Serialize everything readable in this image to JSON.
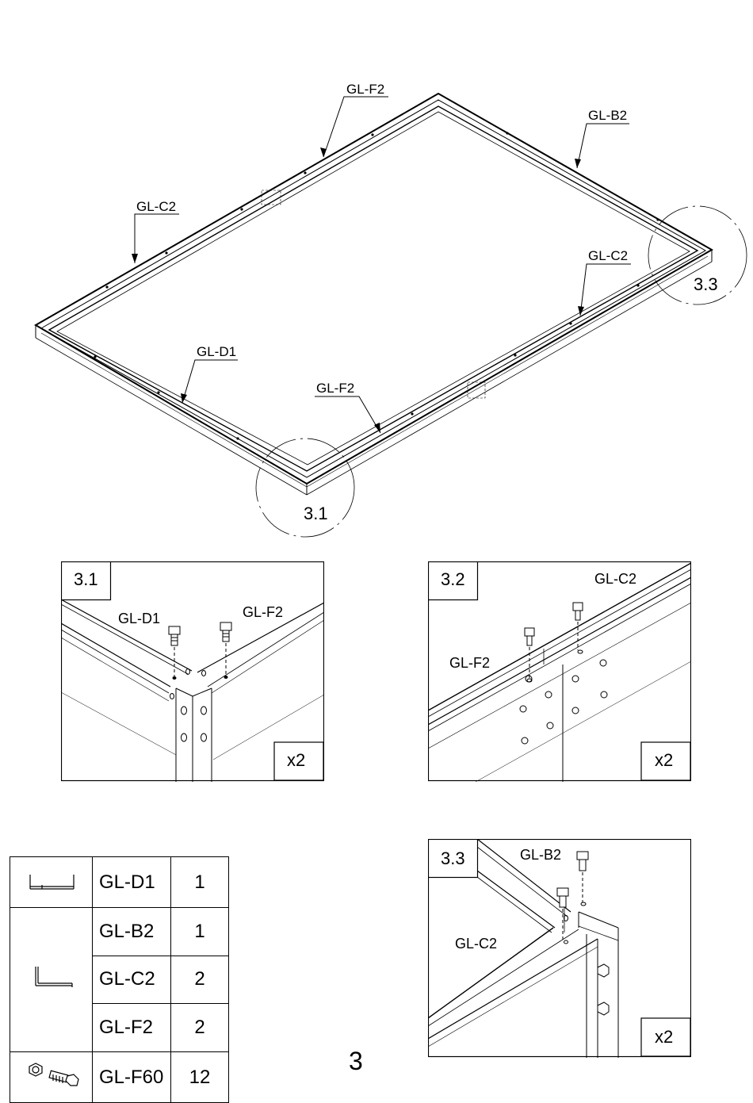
{
  "overview": {
    "callouts": {
      "top_f2": "GL-F2",
      "top_b2": "GL-B2",
      "left_c2": "GL-C2",
      "right_c2": "GL-C2",
      "front_d1": "GL-D1",
      "front_f2": "GL-F2"
    },
    "detail_markers": {
      "d31": "3.1",
      "d33": "3.3"
    }
  },
  "details": {
    "d31": {
      "id": "3.1",
      "labels": [
        "GL-D1",
        "GL-F2"
      ],
      "qty": "x2"
    },
    "d32": {
      "id": "3.2",
      "labels": [
        "GL-C2",
        "GL-F2"
      ],
      "qty": "x2"
    },
    "d33": {
      "id": "3.3",
      "labels": [
        "GL-B2",
        "GL-C2"
      ],
      "qty": "x2"
    }
  },
  "parts_table": {
    "rows": [
      {
        "code": "GL-D1",
        "qty": "1",
        "icon": "flat-rail-profile-icon"
      },
      {
        "code": "GL-B2",
        "qty": "1",
        "icon": "angle-rail-profile-icon"
      },
      {
        "code": "GL-C2",
        "qty": "2",
        "icon": "angle-rail-profile-icon"
      },
      {
        "code": "GL-F2",
        "qty": "2",
        "icon": "angle-rail-profile-icon"
      },
      {
        "code": "GL-F60",
        "qty": "12",
        "icon": "nut-and-bolt-icon"
      }
    ]
  },
  "page_number": "3"
}
